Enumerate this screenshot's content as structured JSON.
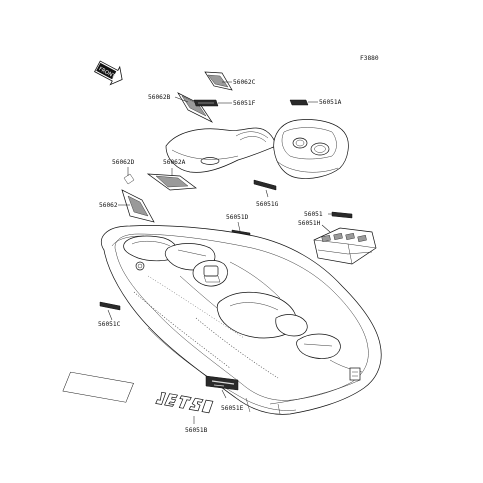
{
  "figure_code": "F3880",
  "front_label": "FRONT",
  "labels": {
    "l56062C": "56062C",
    "l56062B": "56062B",
    "l56051F": "56051F",
    "l56051A": "56051A",
    "l56062D": "56062D",
    "l56062A": "56062A",
    "l56062": "56062",
    "l56051G": "56051G",
    "l56051D": "56051D",
    "l56051": "56051",
    "l56051H": "56051H",
    "l56051C": "56051C",
    "l56051E": "56051E",
    "l56051B": "56051B"
  }
}
